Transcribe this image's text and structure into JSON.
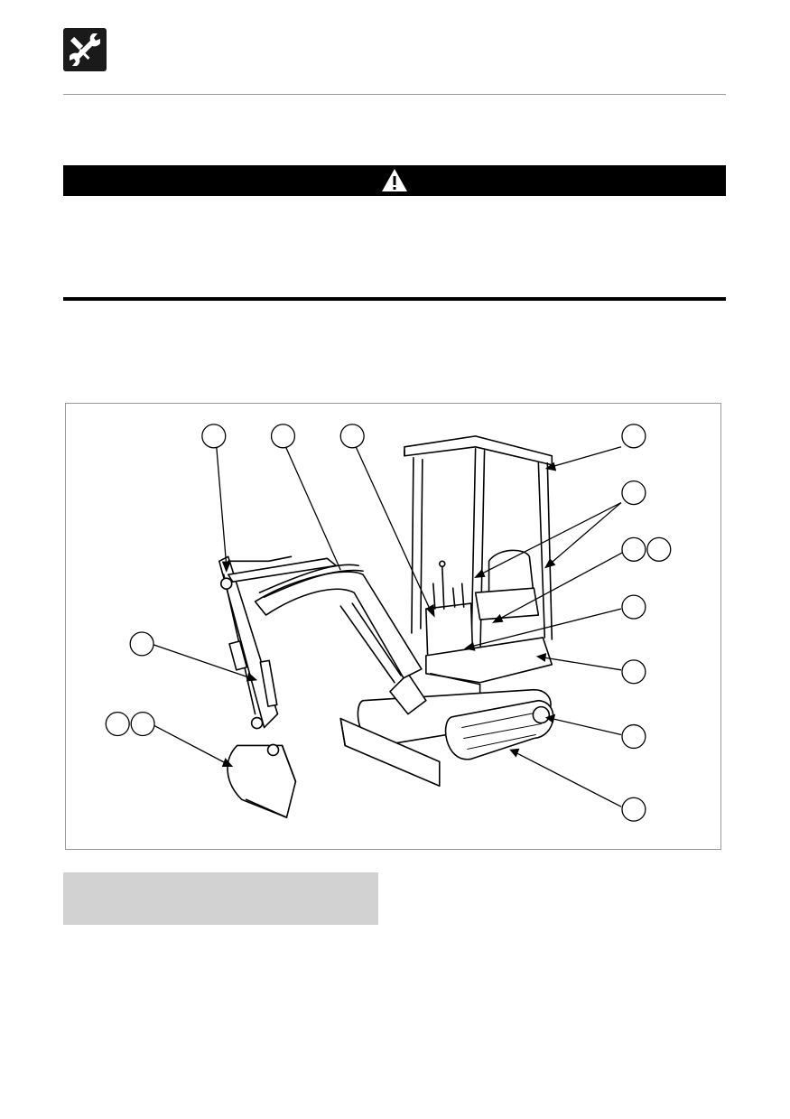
{
  "header": {
    "icon": "wrench-maintenance-icon"
  },
  "warning": {
    "icon": "warning-triangle-icon",
    "bar_color": "#000000"
  },
  "figure": {
    "subject": "mini-excavator-line-drawing",
    "callouts": [
      {
        "id": "callout-a"
      },
      {
        "id": "callout-b"
      },
      {
        "id": "callout-c"
      },
      {
        "id": "callout-d"
      },
      {
        "id": "callout-e"
      },
      {
        "id": "callout-f"
      },
      {
        "id": "callout-g"
      },
      {
        "id": "callout-h"
      },
      {
        "id": "callout-i"
      },
      {
        "id": "callout-j"
      },
      {
        "id": "callout-k"
      },
      {
        "id": "callout-l"
      },
      {
        "id": "callout-m"
      },
      {
        "id": "callout-n"
      }
    ]
  },
  "note_box": {
    "background": "#d2d2d2"
  }
}
